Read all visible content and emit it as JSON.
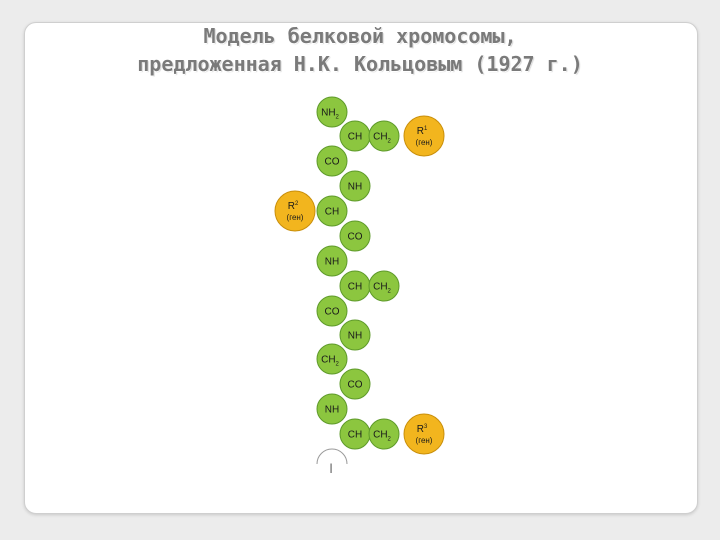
{
  "slide": {
    "title_line1": "Модель белковой хромосомы,",
    "title_line2": "предложенная Н.К. Кольцовым (1927 г.)"
  },
  "colors": {
    "group_fill": "#8cc63f",
    "group_stroke": "#5e9a2a",
    "gene_fill": "#f2b51e",
    "gene_stroke": "#c98f0b"
  },
  "chain": [
    {
      "id": "nh2-top",
      "label": "NH",
      "sub": "2",
      "kind": "group"
    },
    {
      "id": "ch-1",
      "label": "CH",
      "kind": "group"
    },
    {
      "id": "ch2-1",
      "label": "CH",
      "sub": "2",
      "kind": "group"
    },
    {
      "id": "r1-gene",
      "label": "R",
      "sup": "1",
      "note": "(ген)",
      "kind": "gene"
    },
    {
      "id": "co-1",
      "label": "CO",
      "kind": "group"
    },
    {
      "id": "nh-1",
      "label": "NH",
      "kind": "group"
    },
    {
      "id": "r2-gene",
      "label": "R",
      "sup": "2",
      "note": "(ген)",
      "kind": "gene"
    },
    {
      "id": "ch-2",
      "label": "CH",
      "kind": "group"
    },
    {
      "id": "co-2",
      "label": "CO",
      "kind": "group"
    },
    {
      "id": "nh-2",
      "label": "NH",
      "kind": "group"
    },
    {
      "id": "ch-3",
      "label": "CH",
      "kind": "group"
    },
    {
      "id": "ch2-2",
      "label": "CH",
      "sub": "2",
      "kind": "group"
    },
    {
      "id": "co-3",
      "label": "CO",
      "kind": "group"
    },
    {
      "id": "nh-3",
      "label": "NH",
      "kind": "group"
    },
    {
      "id": "ch2-3",
      "label": "CH",
      "sub": "2",
      "kind": "group"
    },
    {
      "id": "co-4",
      "label": "CO",
      "kind": "group"
    },
    {
      "id": "nh-4",
      "label": "NH",
      "kind": "group"
    },
    {
      "id": "ch-4",
      "label": "CH",
      "kind": "group"
    },
    {
      "id": "ch2-4",
      "label": "CH",
      "sub": "2",
      "kind": "group"
    },
    {
      "id": "r3-gene",
      "label": "R",
      "sup": "3",
      "note": "(ген)",
      "kind": "gene"
    },
    {
      "id": "chain-continuation",
      "label": "|",
      "kind": "continuation"
    }
  ]
}
